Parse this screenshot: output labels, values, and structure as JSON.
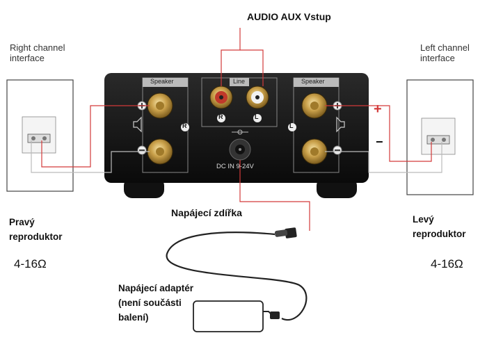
{
  "labels": {
    "audio_aux": "AUDIO AUX Vstup",
    "right_channel": [
      "Right channel",
      "interface"
    ],
    "left_channel": [
      "Left channel",
      "interface"
    ],
    "power_jack": "Napájecí zdířka",
    "right_speaker": [
      "Pravý",
      "reproduktor"
    ],
    "left_speaker": [
      "Levý",
      "reproduktor"
    ],
    "right_impedance": "4-16Ω",
    "left_impedance": "4-16Ω",
    "adapter": [
      "Napájecí adaptér",
      "(není součásti",
      "balení)"
    ]
  },
  "amp": {
    "speaker_left_title": "Speaker",
    "speaker_right_title": "Speaker",
    "line_title": "Line",
    "ch_r": "R",
    "ch_l": "L",
    "line_r": "R",
    "line_l": "L",
    "dc_label": "DC IN 9-24V"
  },
  "polarity": {
    "plus": "+",
    "minus": "−"
  },
  "colors": {
    "wire_red": "#d33a3a",
    "wire_grey": "#b8b8b8",
    "gold": "#c9a04a",
    "amp_body": "#141414"
  }
}
